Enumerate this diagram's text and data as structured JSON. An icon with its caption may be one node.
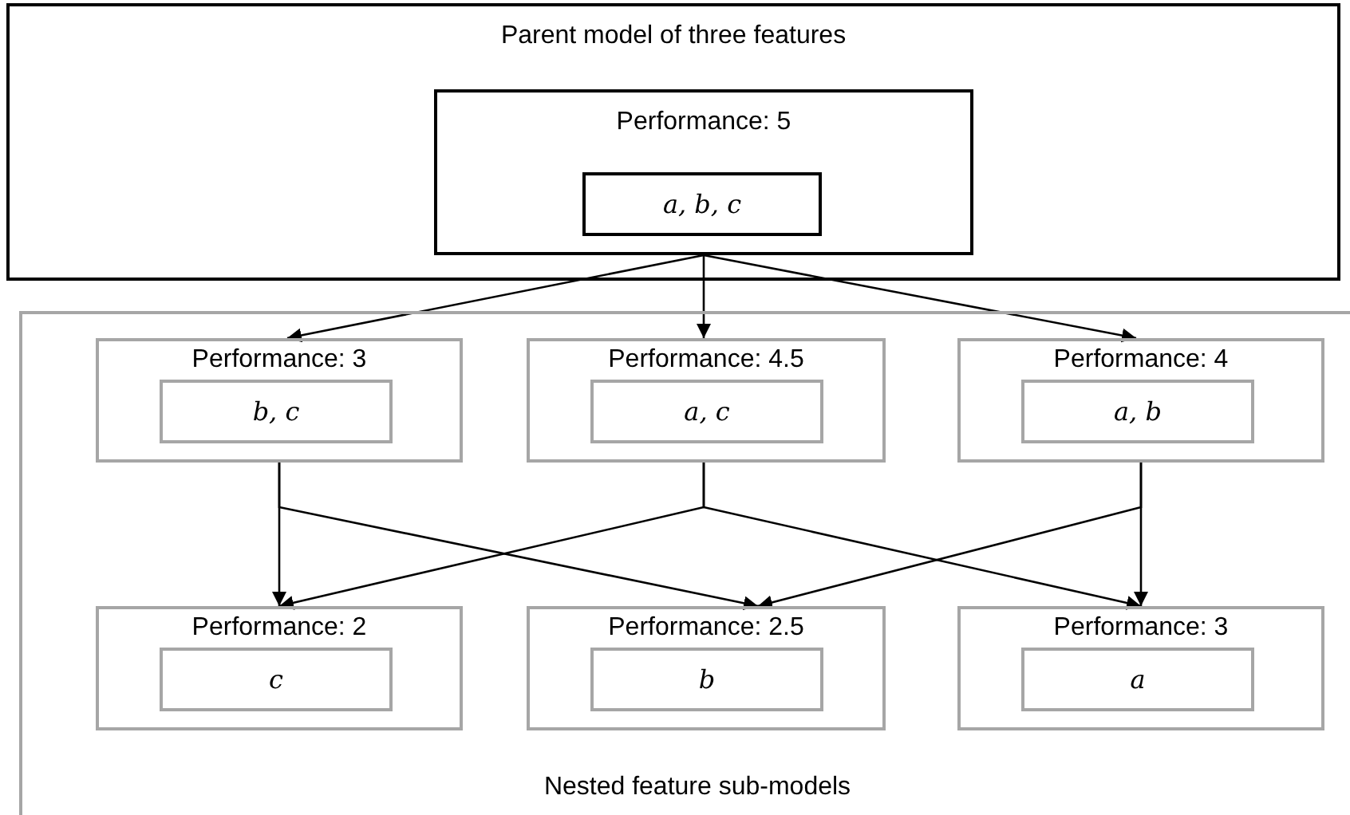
{
  "diagram": {
    "nodes": [
      {
        "text": [
          "Parent model of three features"
        ]
      },
      {
        "text": [
          "Performance: 5"
        ],
        "in": 0
      },
      {
        "text": [
          "a, b, c"
        ],
        "in": 1
      },
      {
        "text": [
          "Nested feature sub-models"
        ]
      },
      {
        "text": [
          "Performance: 3"
        ],
        "in": 3
      },
      {
        "text": [
          "b, c"
        ],
        "in": 4
      },
      {
        "text": [
          "Performance: 4.5"
        ],
        "in": 3
      },
      {
        "text": [
          "a, c"
        ],
        "in": 6
      },
      {
        "text": [
          "Performance: 4"
        ],
        "in": 3
      },
      {
        "text": [
          "a, b"
        ],
        "in": 8
      },
      {
        "text": [
          "Performance: 2"
        ],
        "in": 3
      },
      {
        "text": [
          "c"
        ],
        "in": 10
      },
      {
        "text": [
          "Performance: 2.5"
        ],
        "in": 3
      },
      {
        "text": [
          "b"
        ],
        "in": 12
      },
      {
        "text": [
          "Performance: 3"
        ],
        "in": 3
      },
      {
        "text": [
          "a"
        ],
        "in": 14
      }
    ],
    "edges": [
      {
        "from": 1,
        "to": 4,
        "arrow": "to"
      },
      {
        "from": 1,
        "to": 6,
        "arrow": "to"
      },
      {
        "from": 1,
        "to": 8,
        "arrow": "to"
      },
      {
        "from": 4,
        "to": 10,
        "arrow": "to"
      },
      {
        "from": 4,
        "to": 12,
        "arrow": "to"
      },
      {
        "from": 6,
        "to": 10,
        "arrow": "to"
      },
      {
        "from": 6,
        "to": 14,
        "arrow": "to"
      },
      {
        "from": 8,
        "to": 12,
        "arrow": "to"
      },
      {
        "from": 8,
        "to": 14,
        "arrow": "to"
      }
    ]
  }
}
